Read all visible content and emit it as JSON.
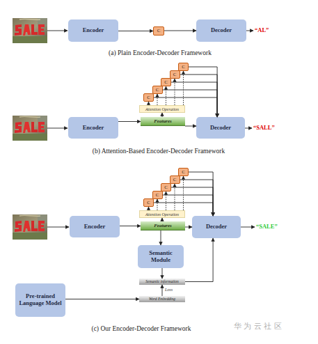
{
  "diagram": {
    "nodes": [
      {
        "text": [
          "Encoder"
        ]
      },
      {
        "text": [
          "C"
        ]
      },
      {
        "text": [
          "Decoder"
        ]
      },
      {
        "text": [
          "C"
        ]
      },
      {
        "text": [
          "C"
        ]
      },
      {
        "text": [
          "C"
        ]
      },
      {
        "text": [
          "C"
        ]
      },
      {
        "text": [
          "C"
        ]
      },
      {
        "text": [
          "Attention Operation"
        ]
      },
      {
        "text": [
          "Features"
        ]
      },
      {
        "text": [
          "Encoder"
        ]
      },
      {
        "text": [
          "Decoder"
        ]
      },
      {
        "text": [
          "C"
        ]
      },
      {
        "text": [
          "C"
        ]
      },
      {
        "text": [
          "C"
        ]
      },
      {
        "text": [
          "C"
        ]
      },
      {
        "text": [
          "C"
        ]
      },
      {
        "text": [
          "Attention Operation"
        ]
      },
      {
        "text": [
          "Features"
        ]
      },
      {
        "text": [
          "Encoder"
        ]
      },
      {
        "text": [
          "Decoder"
        ]
      },
      {
        "text": [
          "Semantic Module"
        ]
      },
      {
        "text": [
          "Semantic information"
        ]
      },
      {
        "text": [
          "Word Embedding"
        ]
      },
      {
        "text": [
          "Pre-trained Language Model"
        ]
      }
    ],
    "edges": [
      {
        "from": 0,
        "to": 1,
        "arrow": "to"
      },
      {
        "from": 1,
        "to": 2,
        "arrow": "to"
      },
      {
        "from": 10,
        "to": 9,
        "arrow": "to"
      },
      {
        "from": 9,
        "to": 8,
        "arrow": "to"
      },
      {
        "from": 8,
        "to": 3,
        "arrow": "to"
      },
      {
        "from": 8,
        "to": 4,
        "arrow": "to"
      },
      {
        "from": 8,
        "to": 5,
        "arrow": "to"
      },
      {
        "from": 8,
        "to": 6,
        "arrow": "to"
      },
      {
        "from": 8,
        "to": 7,
        "arrow": "to"
      },
      {
        "from": 3,
        "to": 11,
        "arrow": "to"
      },
      {
        "from": 4,
        "to": 11,
        "arrow": "to"
      },
      {
        "from": 5,
        "to": 11,
        "arrow": "to"
      },
      {
        "from": 6,
        "to": 11,
        "arrow": "to"
      },
      {
        "from": 7,
        "to": 11,
        "arrow": "to"
      },
      {
        "from": 9,
        "to": 11,
        "arrow": "to"
      },
      {
        "from": 19,
        "to": 18,
        "arrow": "to"
      },
      {
        "from": 18,
        "to": 17,
        "arrow": "to"
      },
      {
        "from": 17,
        "to": 12,
        "arrow": "to"
      },
      {
        "from": 17,
        "to": 13,
        "arrow": "to"
      },
      {
        "from": 17,
        "to": 14,
        "arrow": "to"
      },
      {
        "from": 17,
        "to": 15,
        "arrow": "to"
      },
      {
        "from": 17,
        "to": 16,
        "arrow": "to"
      },
      {
        "from": 12,
        "to": 20,
        "arrow": "to"
      },
      {
        "from": 13,
        "to": 20,
        "arrow": "to"
      },
      {
        "from": 14,
        "to": 20,
        "arrow": "to"
      },
      {
        "from": 15,
        "to": 20,
        "arrow": "to"
      },
      {
        "from": 16,
        "to": 20,
        "arrow": "to"
      },
      {
        "from": 18,
        "to": 20,
        "arrow": "to"
      },
      {
        "from": 18,
        "to": 21,
        "arrow": "to"
      },
      {
        "from": 21,
        "to": 22,
        "arrow": "to"
      },
      {
        "from": 24,
        "to": 23,
        "arrow": "to"
      },
      {
        "from": 23,
        "to": 22,
        "label": "Loss",
        "arrow": "to"
      },
      {
        "from": 22,
        "to": 20,
        "arrow": "to"
      }
    ],
    "labels": [
      "“AL”",
      "(a) Plain Encoder-Decoder Framework",
      "“SALL”",
      "(b) Attention-Based Encoder-Decoder Framework",
      "“SALE”",
      "(c) Our Encoder-Decoder Framework",
      "华 为 云 社 区"
    ]
  }
}
